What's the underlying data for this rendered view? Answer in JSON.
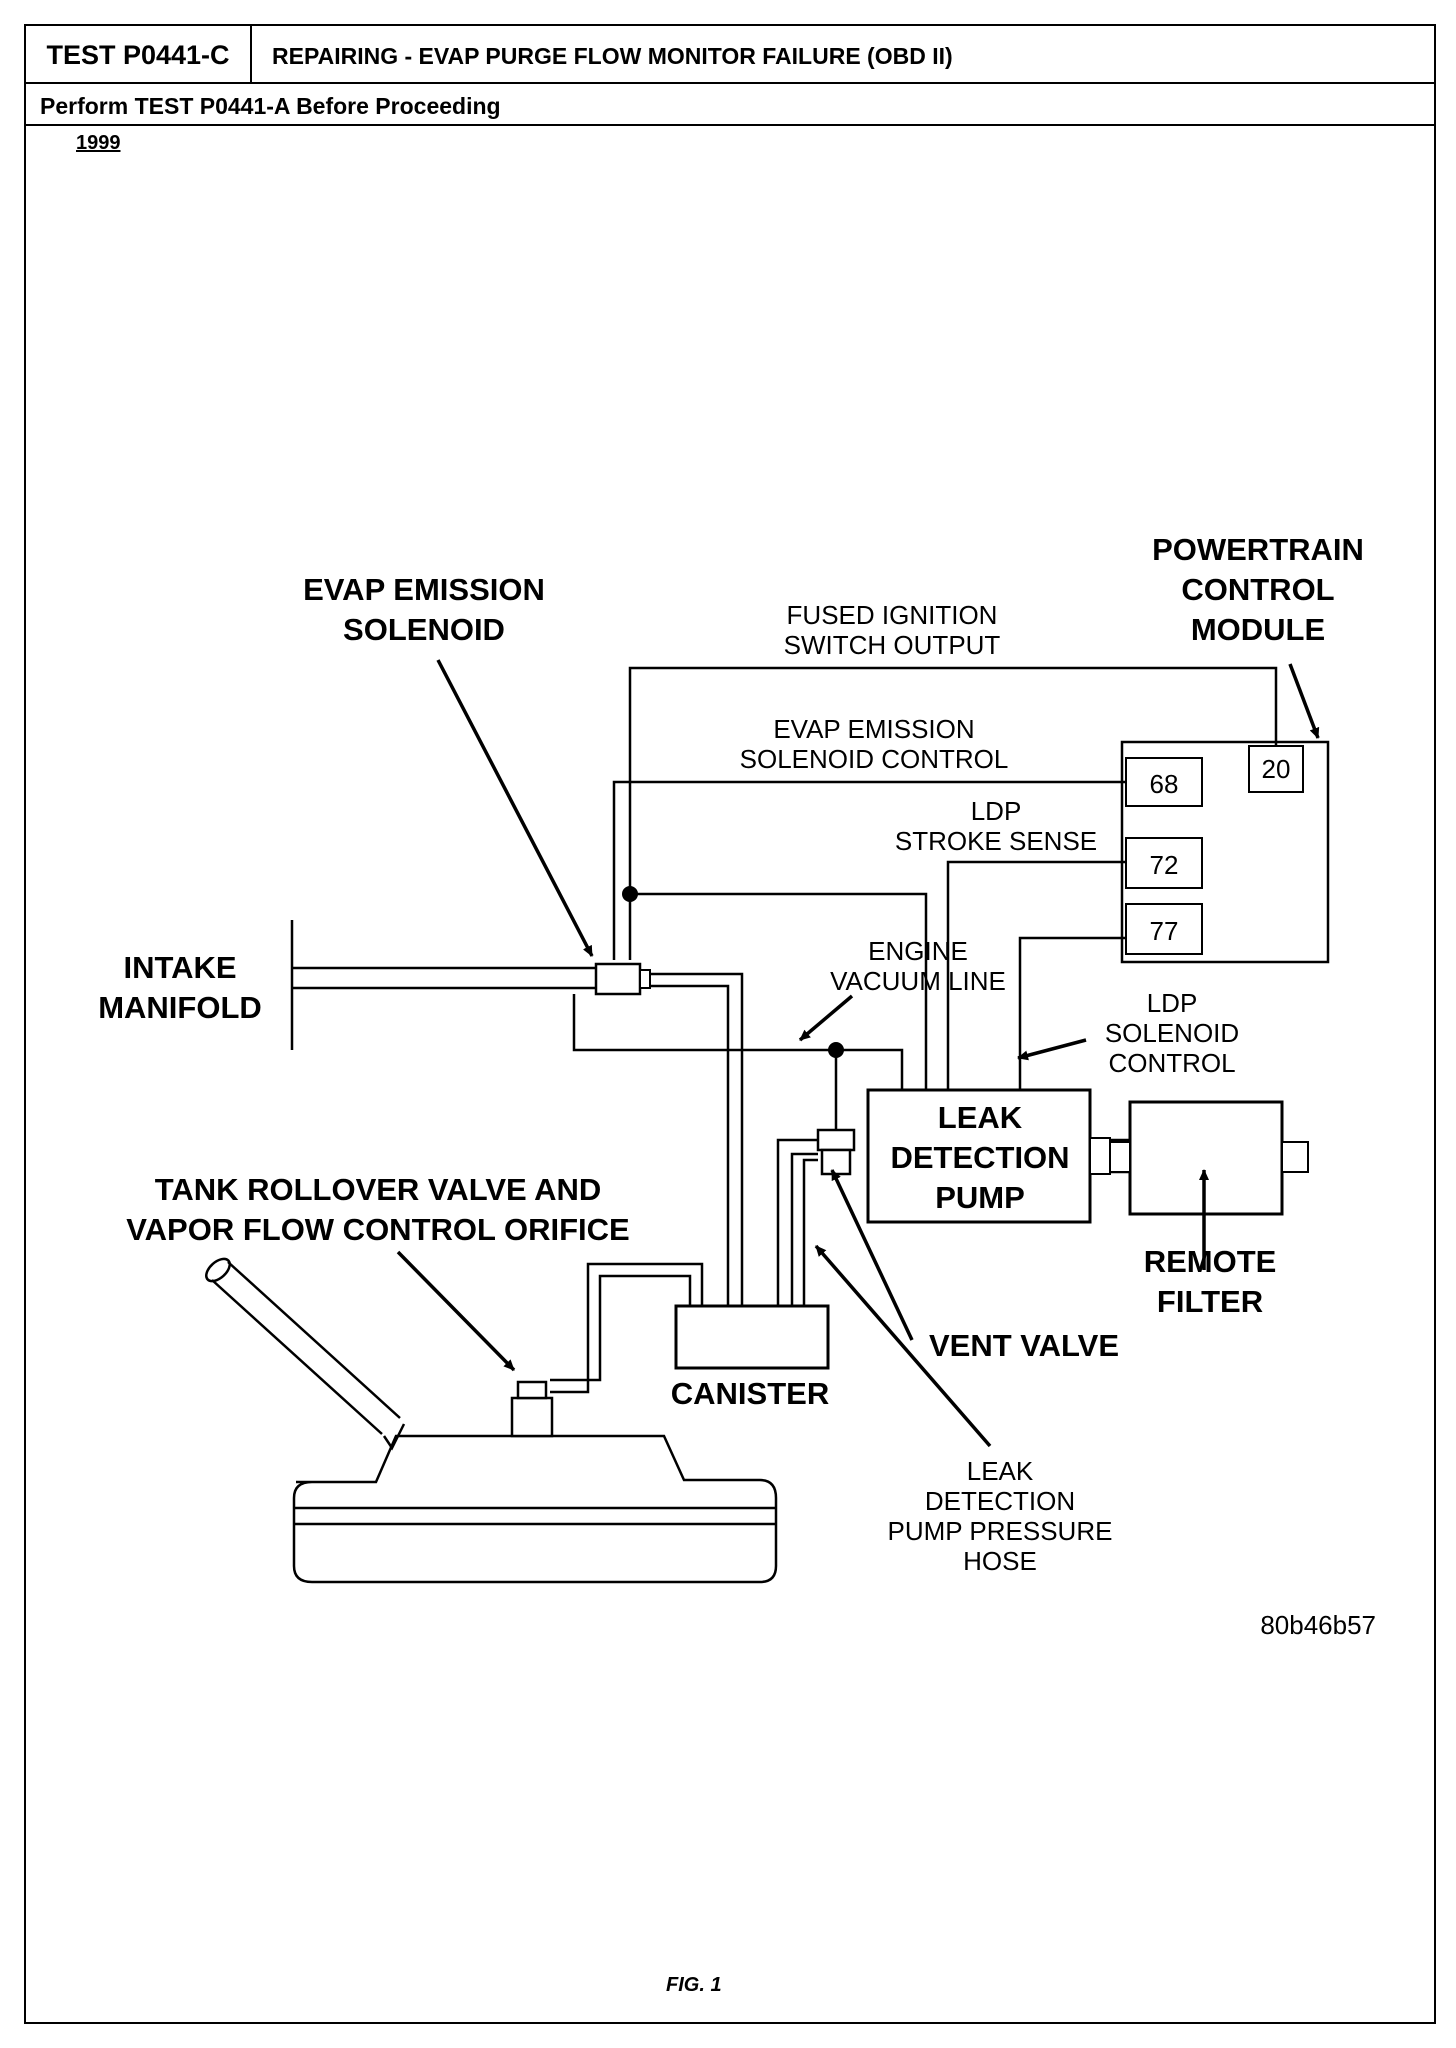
{
  "header": {
    "test_id": "TEST P0441-C",
    "title": "REPAIRING - EVAP PURGE FLOW MONITOR FAILURE (OBD II)",
    "prerequisite": "Perform TEST P0441-A Before Proceeding",
    "year": "1999"
  },
  "labels": {
    "evap_solenoid": [
      "EVAP EMISSION",
      "SOLENOID"
    ],
    "pcm": [
      "POWERTRAIN",
      "CONTROL",
      "MODULE"
    ],
    "fused_ignition": [
      "FUSED IGNITION",
      "SWITCH OUTPUT"
    ],
    "evap_control": [
      "EVAP EMISSION",
      "SOLENOID CONTROL"
    ],
    "ldp_stroke": [
      "LDP",
      "STROKE SENSE"
    ],
    "intake_manifold": [
      "INTAKE",
      "MANIFOLD"
    ],
    "engine_vacuum": [
      "ENGINE",
      "VACUUM LINE"
    ],
    "ldp_solenoid": [
      "LDP",
      "SOLENOID",
      "CONTROL"
    ],
    "leak_pump": [
      "LEAK",
      "DETECTION",
      "PUMP"
    ],
    "tank_rollover": [
      "TANK ROLLOVER VALVE AND",
      "VAPOR FLOW CONTROL ORIFICE"
    ],
    "remote_filter": [
      "REMOTE",
      "FILTER"
    ],
    "vent_valve": "VENT VALVE",
    "canister": "CANISTER",
    "pressure_hose": [
      "LEAK",
      "DETECTION",
      "PUMP PRESSURE",
      "HOSE"
    ]
  },
  "pins": [
    "20",
    "68",
    "72",
    "77"
  ],
  "figure_code": "80b46b57",
  "caption": "FIG. 1"
}
